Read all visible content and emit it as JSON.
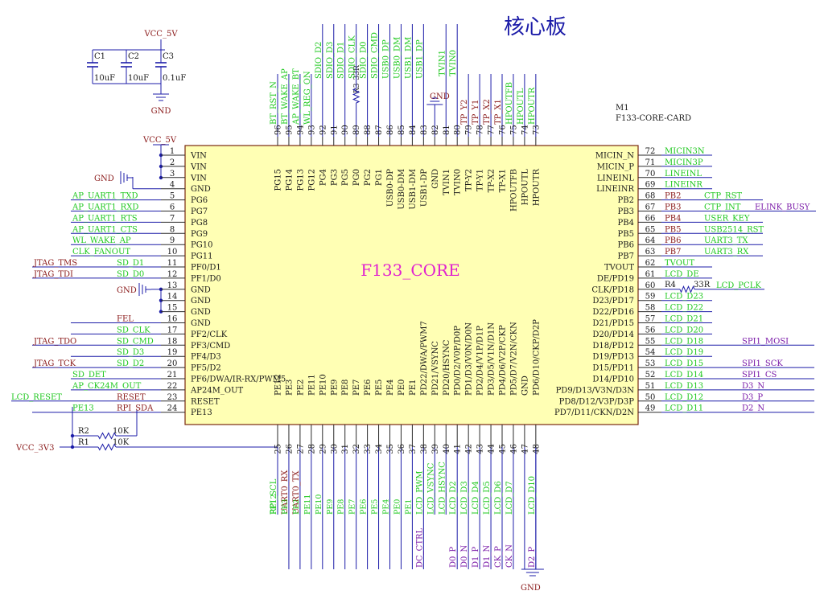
{
  "title": "核心板",
  "chip": {
    "name": "F133_CORE",
    "designator": "M1",
    "part": "F133-CORE-CARD"
  },
  "colors": {
    "wire": "#1c1ca8",
    "pin_line": "#2a2a2a",
    "body_fill": "#ffffb4",
    "body_stroke": "#7a2a10",
    "net_green": "#1fc81f",
    "net_dark": "#8a1a1a",
    "net_purple": "#7a1aa8",
    "chip_name": "#e020d0",
    "title": "#1c1ca8",
    "component": "#1c1ca8",
    "power": "#8a1a1a"
  },
  "decoupling": {
    "supply": "VCC_5V",
    "gnd": "GND",
    "caps": [
      {
        "ref": "C1",
        "value": "10uF"
      },
      {
        "ref": "C2",
        "value": "10uF"
      },
      {
        "ref": "C3",
        "value": "0.1uF"
      }
    ]
  },
  "power_labels": {
    "vcc5v": "VCC_5V",
    "gnd_left": "GND",
    "gnd_left2": "GND",
    "gnd_top": "GND",
    "gnd_bottom": "GND",
    "vcc3v3": "VCC_3V3"
  },
  "resistors": {
    "r1": {
      "ref": "R1",
      "value": "10K"
    },
    "r2": {
      "ref": "R2",
      "value": "10K"
    },
    "r3": {
      "ref": "R3",
      "value": "33R"
    },
    "r4": {
      "ref": "R4",
      "value": "33R"
    }
  },
  "left_pins": [
    {
      "num": "1",
      "name": "VIN",
      "net": ""
    },
    {
      "num": "2",
      "name": "VIN",
      "net": ""
    },
    {
      "num": "3",
      "name": "VIN",
      "net": ""
    },
    {
      "num": "4",
      "name": "GND",
      "net": ""
    },
    {
      "num": "5",
      "name": "PG6",
      "net": "AP_UART1_TXD"
    },
    {
      "num": "6",
      "name": "PG7",
      "net": "AP_UART1_RXD"
    },
    {
      "num": "7",
      "name": "PG8",
      "net": "AP_UART1_RTS"
    },
    {
      "num": "8",
      "name": "PG9",
      "net": "AP_UART1_CTS"
    },
    {
      "num": "9",
      "name": "PG10",
      "net": "WL_WAKE_AP"
    },
    {
      "num": "10",
      "name": "PG11",
      "net": "CLK_FANOUT"
    },
    {
      "num": "11",
      "name": "PF0/D1",
      "net": "SD_D1",
      "ext": "JTAG_TMS"
    },
    {
      "num": "12",
      "name": "PF1/D0",
      "net": "SD_D0",
      "ext": "JTAG_TDI"
    },
    {
      "num": "13",
      "name": "GND",
      "net": ""
    },
    {
      "num": "14",
      "name": "GND",
      "net": ""
    },
    {
      "num": "15",
      "name": "GND",
      "net": ""
    },
    {
      "num": "16",
      "name": "GND",
      "net": "FEL"
    },
    {
      "num": "17",
      "name": "PF2/CLK",
      "net": "SD_CLK"
    },
    {
      "num": "18",
      "name": "PF3/CMD",
      "net": "SD_CMD",
      "ext": "JTAG_TDO"
    },
    {
      "num": "19",
      "name": "PF4/D3",
      "net": "SD_D3"
    },
    {
      "num": "20",
      "name": "PF5/D2",
      "net": "SD_D2",
      "ext": "JTAG_TCK"
    },
    {
      "num": "21",
      "name": "PF6/DWA/IR-RX/PWM5",
      "net": "SD_DET"
    },
    {
      "num": "22",
      "name": "AP24M_OUT",
      "net": "AP_CK24M_OUT"
    },
    {
      "num": "23",
      "name": "RESET",
      "net": "RESET",
      "ext": "LCD_RESET"
    },
    {
      "num": "24",
      "name": "PE13",
      "net": "RPI_SDA",
      "ext": "PE13"
    }
  ],
  "right_pins": [
    {
      "num": "72",
      "name": "MICIN_N",
      "net": "MICIN3N",
      "ext": ""
    },
    {
      "num": "71",
      "name": "MICIN_P",
      "net": "MICIN3P",
      "ext": ""
    },
    {
      "num": "70",
      "name": "LINEINL",
      "net": "LINEINL",
      "ext": ""
    },
    {
      "num": "69",
      "name": "LINEINR",
      "net": "LINEINR",
      "ext": ""
    },
    {
      "num": "68",
      "name": "PB2",
      "net": "PB2",
      "ext": "CTP_RST"
    },
    {
      "num": "67",
      "name": "PB3",
      "net": "PB3",
      "ext": "CTP_INT",
      "ext2": "ELINK_BUSY"
    },
    {
      "num": "66",
      "name": "PB4",
      "net": "PB4",
      "ext": "USER_KEY"
    },
    {
      "num": "65",
      "name": "PB5",
      "net": "PB5",
      "ext": "USB2514_RST"
    },
    {
      "num": "64",
      "name": "PB6",
      "net": "PB6",
      "ext": "UART3_TX"
    },
    {
      "num": "63",
      "name": "PB7",
      "net": "PB7",
      "ext": "UART3_RX"
    },
    {
      "num": "62",
      "name": "TVOUT",
      "net": "TVOUT",
      "ext": ""
    },
    {
      "num": "61",
      "name": "DE/PD19",
      "net": "LCD_DE",
      "ext": ""
    },
    {
      "num": "60",
      "name": "CLK/PD18",
      "net": "",
      "ext": "LCD_PCLK"
    },
    {
      "num": "59",
      "name": "D23/PD17",
      "net": "LCD_D23",
      "ext": ""
    },
    {
      "num": "58",
      "name": "D22/PD16",
      "net": "LCD_D22",
      "ext": ""
    },
    {
      "num": "57",
      "name": "D21/PD15",
      "net": "LCD_D21",
      "ext": ""
    },
    {
      "num": "56",
      "name": "D20/PD14",
      "net": "LCD_D20",
      "ext": ""
    },
    {
      "num": "55",
      "name": "D18/PD12",
      "net": "LCD_D18",
      "ext": "SPI1_MOSI"
    },
    {
      "num": "54",
      "name": "D19/PD13",
      "net": "LCD_D19",
      "ext": ""
    },
    {
      "num": "53",
      "name": "D15/PD11",
      "net": "LCD_D15",
      "ext": "SPI1_SCK"
    },
    {
      "num": "52",
      "name": "D14/PD10",
      "net": "LCD_D14",
      "ext": "SPI1_CS"
    },
    {
      "num": "51",
      "name": "PD9/D13/V3N/D3N",
      "net": "LCD_D13",
      "ext": "D3_N"
    },
    {
      "num": "50",
      "name": "PD8/D12/V3P/D3P",
      "net": "LCD_D12",
      "ext": "D3_P"
    },
    {
      "num": "49",
      "name": "PD7/D11/CKN/D2N",
      "net": "LCD_D11",
      "ext": "D2_N"
    }
  ],
  "top_pins": [
    {
      "num": "96",
      "name": "PG15",
      "net": "BT_RST_N"
    },
    {
      "num": "95",
      "name": "PG14",
      "net": "BT_WAKE_AP"
    },
    {
      "num": "94",
      "name": "PG13",
      "net": "AP_WAKE_BT"
    },
    {
      "num": "93",
      "name": "PG12",
      "net": "WL_REG_ON"
    },
    {
      "num": "92",
      "name": "PG4",
      "net": "SDIO_D2"
    },
    {
      "num": "91",
      "name": "PG3",
      "net": "SDIO_D3"
    },
    {
      "num": "90",
      "name": "PG5",
      "net": "SDIO_D1"
    },
    {
      "num": "89",
      "name": "PG0",
      "net": "SDIO_CLK"
    },
    {
      "num": "88",
      "name": "PG2",
      "net": "SDIO_D0"
    },
    {
      "num": "87",
      "name": "PG1",
      "net": "SDIO_CMD"
    },
    {
      "num": "86",
      "name": "USB0-DP",
      "net": "USB0_DP"
    },
    {
      "num": "85",
      "name": "USB0-DM",
      "net": "USB0_DM"
    },
    {
      "num": "84",
      "name": "USB1-DM",
      "net": "USB1_DM"
    },
    {
      "num": "83",
      "name": "USB1-DP",
      "net": "USB1_DP"
    },
    {
      "num": "82",
      "name": "GND",
      "net": ""
    },
    {
      "num": "81",
      "name": "TVIN1",
      "net": "TVIN1"
    },
    {
      "num": "80",
      "name": "TVIN0",
      "net": "TVIN0"
    },
    {
      "num": "79",
      "name": "TP-Y2",
      "net": "TP_Y2"
    },
    {
      "num": "78",
      "name": "TP-Y1",
      "net": "TP_Y1"
    },
    {
      "num": "77",
      "name": "TP-X2",
      "net": "TP_X2"
    },
    {
      "num": "76",
      "name": "TP-X1",
      "net": "TP_X1"
    },
    {
      "num": "75",
      "name": "HPOUTFB",
      "net": "HPOUTFB"
    },
    {
      "num": "74",
      "name": "HPOUTL",
      "net": "HPOUTL"
    },
    {
      "num": "73",
      "name": "HPOUTR",
      "net": "HPOUTR"
    }
  ],
  "bottom_pins": [
    {
      "num": "25",
      "name": "PE12",
      "net": "RPI_SCL",
      "ext": "PE12"
    },
    {
      "num": "26",
      "name": "PE3",
      "net": "UART0_RX",
      "ext": "PE3"
    },
    {
      "num": "27",
      "name": "PE2",
      "net": "UART0_TX",
      "ext": "PE2"
    },
    {
      "num": "28",
      "name": "PE11",
      "net": "",
      "ext": "PE11"
    },
    {
      "num": "29",
      "name": "PE10",
      "net": "",
      "ext": "PE10"
    },
    {
      "num": "30",
      "name": "PE9",
      "net": "",
      "ext": "PE9"
    },
    {
      "num": "31",
      "name": "PE8",
      "net": "",
      "ext": "PE8"
    },
    {
      "num": "32",
      "name": "PE7",
      "net": "",
      "ext": "PE7"
    },
    {
      "num": "33",
      "name": "PE6",
      "net": "",
      "ext": "PE6"
    },
    {
      "num": "34",
      "name": "PE5",
      "net": "",
      "ext": "PE5"
    },
    {
      "num": "35",
      "name": "PE4",
      "net": "",
      "ext": "PE4"
    },
    {
      "num": "36",
      "name": "PE0",
      "net": "",
      "ext": "PE0"
    },
    {
      "num": "37",
      "name": "PE1",
      "net": "",
      "ext": "PE1"
    },
    {
      "num": "38",
      "name": "PD22/DWA/PWM7",
      "net": "LCD_PWM",
      "ext": "DC_CTRL"
    },
    {
      "num": "39",
      "name": "PD21/VSYNC",
      "net": "LCD_VSYNC",
      "ext": ""
    },
    {
      "num": "40",
      "name": "PD20/HSYNC",
      "net": "LCD_HSYNC",
      "ext": ""
    },
    {
      "num": "41",
      "name": "PD0/D2/V0P/D0P",
      "net": "LCD_D2",
      "ext": "D0_P"
    },
    {
      "num": "42",
      "name": "PD1/D3/V0N/D0N",
      "net": "LCD_D3",
      "ext": "D0_N"
    },
    {
      "num": "43",
      "name": "PD2/D4/V1P/D1P",
      "net": "LCD_D4",
      "ext": "D1_P"
    },
    {
      "num": "44",
      "name": "PD3/D5/V1N/D1N",
      "net": "LCD_D5",
      "ext": "D1_N"
    },
    {
      "num": "45",
      "name": "PD4/D6/V2P/CKP",
      "net": "LCD_D6",
      "ext": "CK_P"
    },
    {
      "num": "46",
      "name": "PD5/D7/V2N/CKN",
      "net": "LCD_D7",
      "ext": "CK_N"
    },
    {
      "num": "47",
      "name": "GND",
      "net": "",
      "ext": ""
    },
    {
      "num": "48",
      "name": "PD6/D10/CKP/D2P",
      "net": "LCD_D10",
      "ext": "D2_P"
    }
  ]
}
